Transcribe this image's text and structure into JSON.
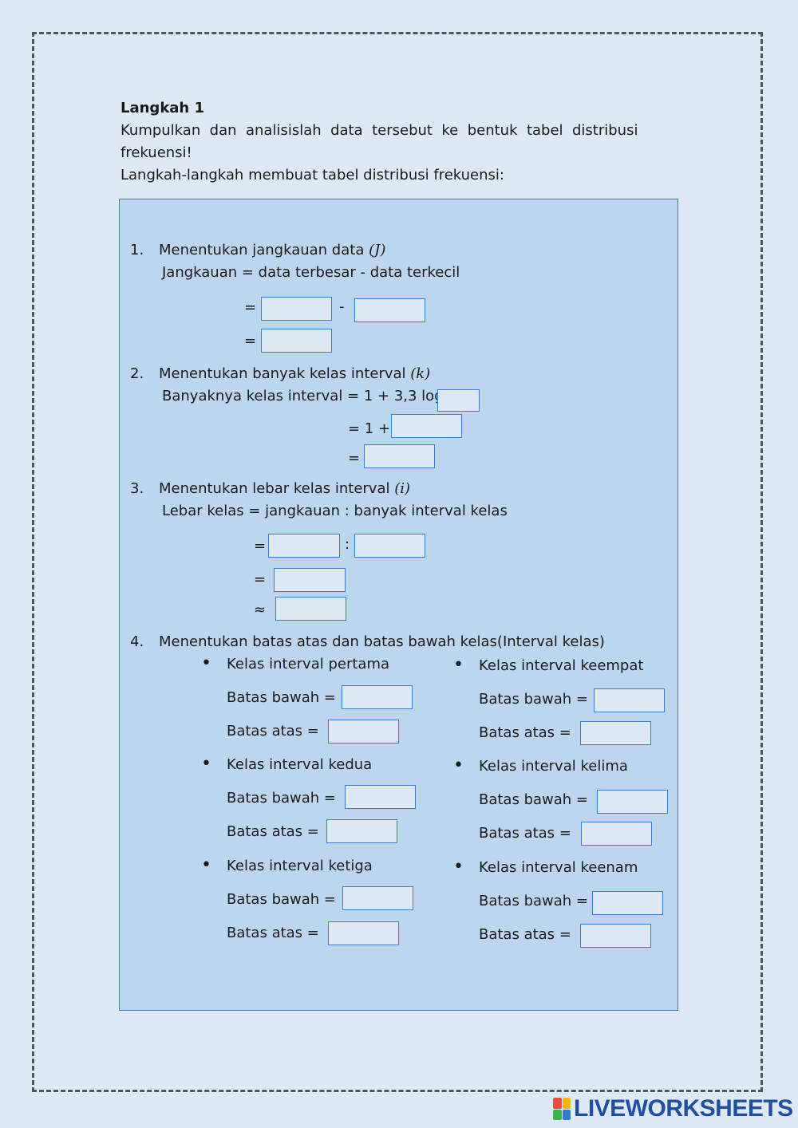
{
  "intro": {
    "heading": "Langkah 1",
    "line1": "Kumpulkan  dan  analisislah  data  tersebut  ke  bentuk  tabel  distribusi",
    "line2": "frekuensi!",
    "line3": "Langkah-langkah membuat tabel distribusi frekuensi:"
  },
  "step1": {
    "number": "1.",
    "title": "Menentukan jangkauan data",
    "var": "(J)",
    "formula": "Jangkauan = data terbesar - data terkecil",
    "eq1": "=",
    "minus": "-",
    "eq2": "="
  },
  "step2": {
    "number": "2.",
    "title": "Menentukan banyak kelas interval",
    "var": "(k)",
    "formula": "Banyaknya kelas interval = 1 + 3,3 log",
    "eq1": "= 1 +",
    "eq2": "="
  },
  "step3": {
    "number": "3.",
    "title": "Menentukan lebar kelas interval",
    "var": "(i)",
    "formula": "Lebar kelas = jangkauan : banyak interval kelas",
    "eq1": "=",
    "colon": ":",
    "eq2": "=",
    "approx": "≈"
  },
  "step4": {
    "number": "4.",
    "title": "Menentukan batas atas dan batas bawah kelas(Interval kelas)",
    "bullet": "•",
    "lower_label": "Batas bawah =",
    "upper_label": "Batas atas =",
    "classes": [
      "Kelas interval pertama",
      "Kelas interval kedua",
      "Kelas interval ketiga",
      "Kelas interval keempat",
      "Kelas interval kelima",
      "Kelas interval keenam"
    ]
  },
  "logo": {
    "text": "LIVEWORKSHEETS",
    "icon_colors": [
      "#e94c3d",
      "#f5b21b",
      "#3bb54a",
      "#2d7fd3"
    ]
  }
}
